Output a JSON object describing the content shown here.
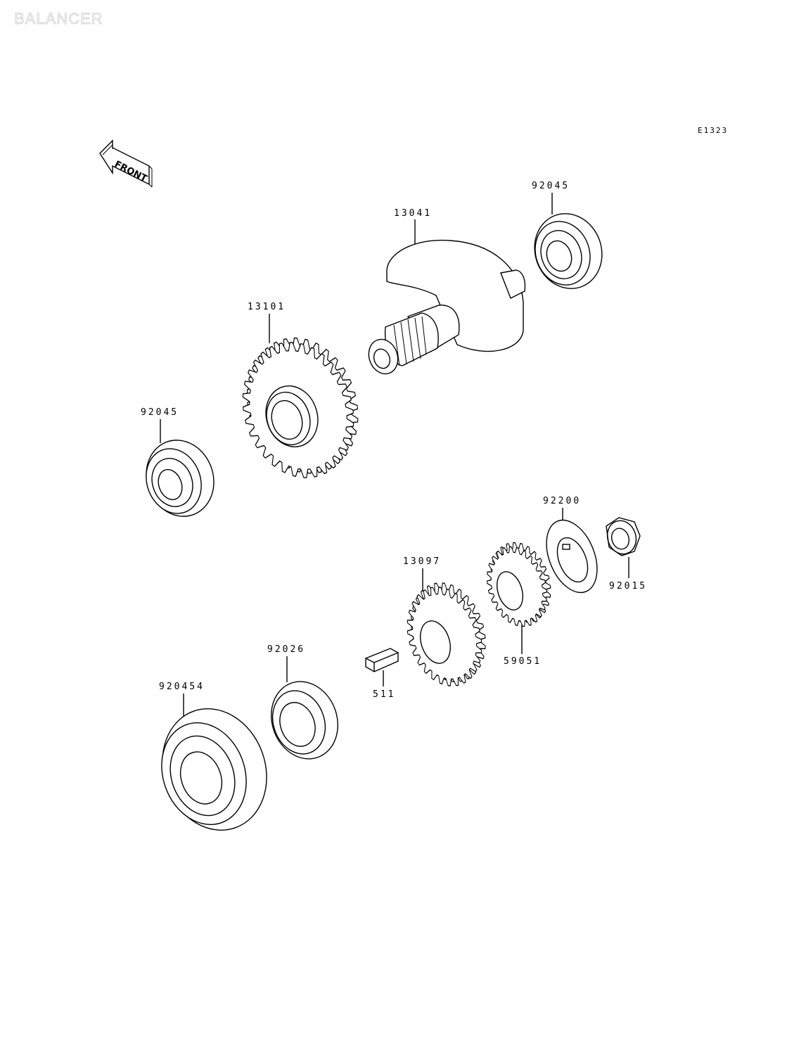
{
  "header": {
    "watermark": "BALANCER",
    "diagram_code": "E1323"
  },
  "front_arrow": {
    "label": "FRONT"
  },
  "parts": [
    {
      "id": "bearing-top",
      "number": "92045"
    },
    {
      "id": "balancer-shaft",
      "number": "13041"
    },
    {
      "id": "driven-gear",
      "number": "13101"
    },
    {
      "id": "bearing-left",
      "number": "92045"
    },
    {
      "id": "washer-tab",
      "number": "92200"
    },
    {
      "id": "nut",
      "number": "92015"
    },
    {
      "id": "drive-gear",
      "number": "13097"
    },
    {
      "id": "small-gear",
      "number": "59051"
    },
    {
      "id": "oil-seal",
      "number": "92026"
    },
    {
      "id": "key",
      "number": "511"
    },
    {
      "id": "bearing-large",
      "number": "920454"
    }
  ]
}
